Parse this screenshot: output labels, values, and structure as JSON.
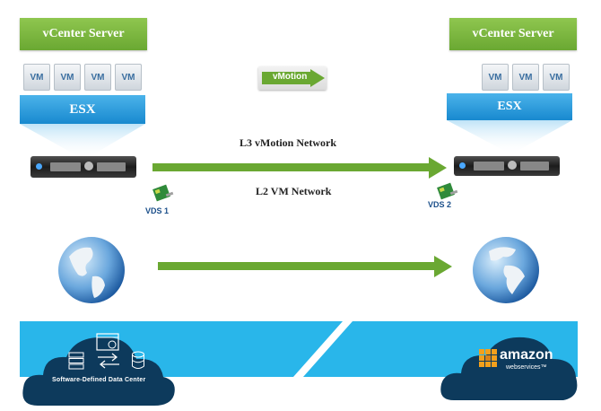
{
  "left_site": {
    "vcenter_label": "vCenter Server",
    "vms": [
      "VM",
      "VM",
      "VM",
      "VM"
    ],
    "esx_label": "ESX",
    "vds_label": "VDS 1"
  },
  "right_site": {
    "vcenter_label": "vCenter Server",
    "vms": [
      "VM",
      "VM",
      "VM"
    ],
    "esx_label": "ESX",
    "vds_label": "VDS 2"
  },
  "vmotion_badge": "vMotion",
  "networks": {
    "l3_label": "L3 vMotion Network",
    "l2_label": "L2 VM Network"
  },
  "clouds": {
    "sddc_label": "Software-Defined Data Center",
    "aws_label": "amazon",
    "aws_sub": "webservices",
    "aws_tm": "™"
  },
  "colors": {
    "green": "#6aa832",
    "blue_banner": "#29b6ea",
    "cloud_navy": "#0d3a5c"
  }
}
